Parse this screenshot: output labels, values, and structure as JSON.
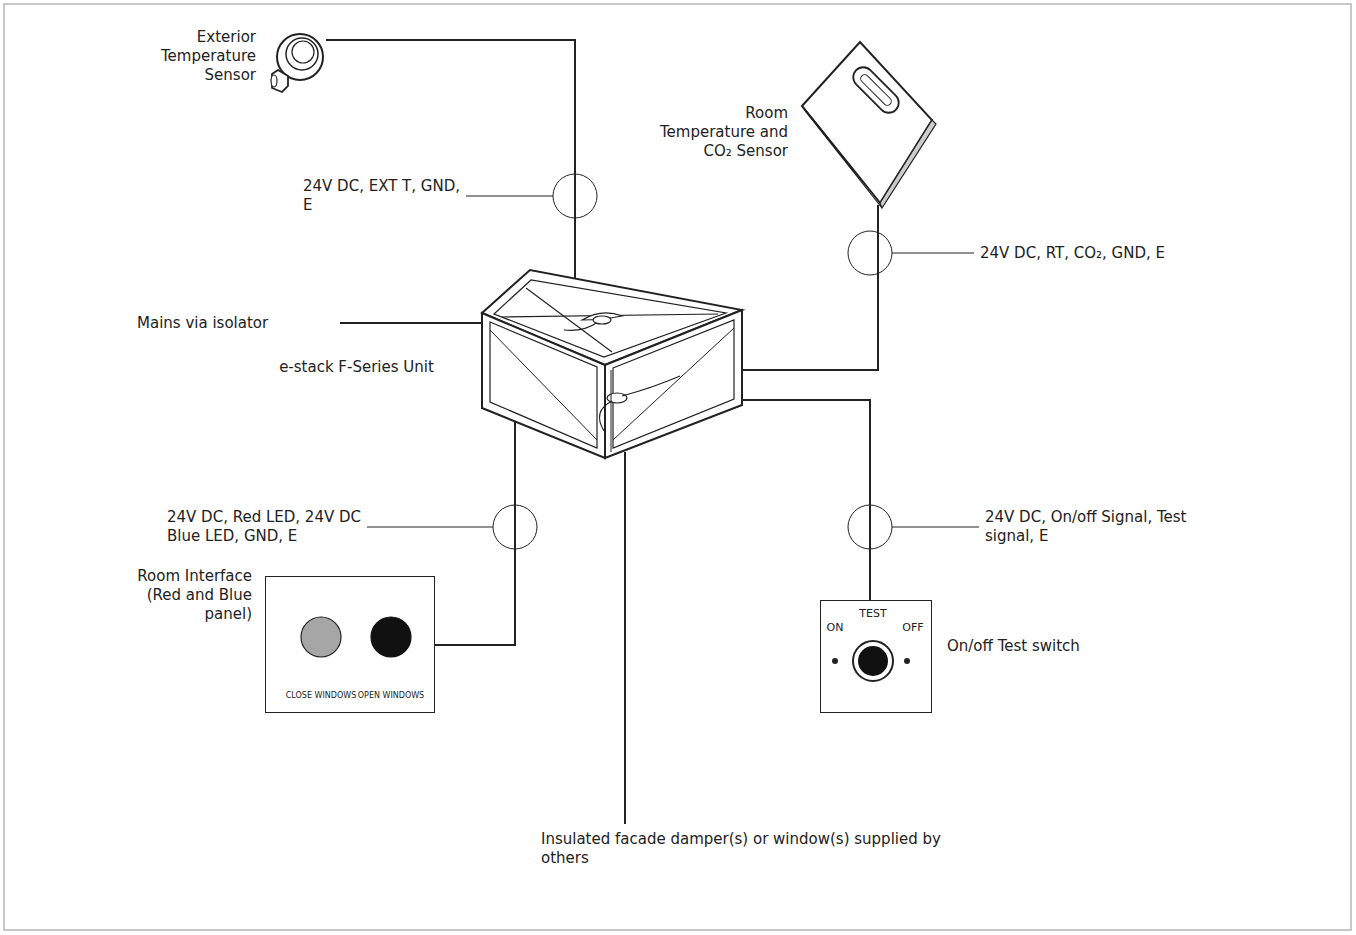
{
  "diagram": {
    "nodes": [
      {
        "text": [
          "Exterior Temperature Sensor"
        ]
      },
      {
        "text": [
          "Room Temperature and CO₂ Sensor"
        ]
      },
      {
        "text": [
          "e-stack F-Series Unit"
        ]
      },
      {
        "text": [
          "Room Interface (Red and Blue panel)",
          "CLOSE WINDOWS",
          "OPEN WINDOWS"
        ]
      },
      {
        "text": [
          "On/off Test switch",
          "TEST",
          "ON",
          "OFF"
        ]
      }
    ],
    "edges": [
      {
        "from": 2,
        "to": 0,
        "arrow": "none",
        "label": "24V DC, EXT T, GND, E"
      },
      {
        "from": 2,
        "to": 1,
        "arrow": "none",
        "label": "24V DC, RT, CO₂, GND, E"
      },
      {
        "from": 2,
        "to": 3,
        "arrow": "none",
        "label": "24V DC, Red LED, 24V DC Blue LED, GND, E"
      },
      {
        "from": 2,
        "to": 4,
        "arrow": "none",
        "label": "24V DC, On/off Signal, Test signal, E"
      }
    ],
    "labels": [
      "Mains via isolator",
      "Insulated facade damper(s) or window(s) supplied by others"
    ]
  }
}
